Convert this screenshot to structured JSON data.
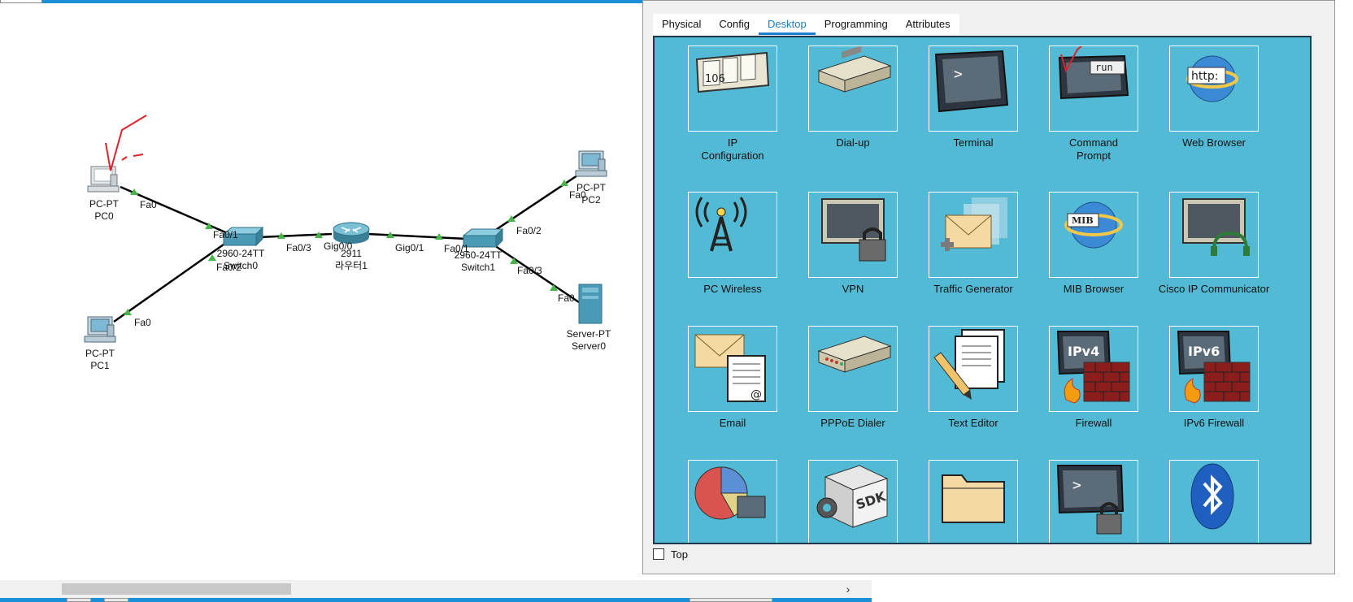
{
  "topology": {
    "devices": [
      {
        "id": "pc0",
        "model": "PC-PT",
        "name": "PC0"
      },
      {
        "id": "pc1",
        "model": "PC-PT",
        "name": "PC1"
      },
      {
        "id": "pc2",
        "model": "PC-PT",
        "name": "PC2"
      },
      {
        "id": "switch0",
        "model": "2960-24TT",
        "name": "Switch0"
      },
      {
        "id": "switch1",
        "model": "2960-24TT",
        "name": "Switch1"
      },
      {
        "id": "router1",
        "model": "2911",
        "name": "라우터1"
      },
      {
        "id": "server0",
        "model": "Server-PT",
        "name": "Server0"
      }
    ],
    "ports": {
      "pc0_fa0": "Fa0",
      "pc1_fa0": "Fa0",
      "pc2_fa0": "Fa0",
      "server0_fa0": "Fa0",
      "sw0_fa01": "Fa0/1",
      "sw0_fa02": "Fa0/2",
      "sw0_fa03": "Fa0/3",
      "r1_gig00": "Gig0/0",
      "r1_gig01": "Gig0/1",
      "sw1_fa01": "Fa0/1",
      "sw1_fa02": "Fa0/2",
      "sw1_fa03": "Fa0/3"
    }
  },
  "dialog": {
    "tabs": [
      {
        "label": "Physical"
      },
      {
        "label": "Config"
      },
      {
        "label": "Desktop",
        "active": true
      },
      {
        "label": "Programming"
      },
      {
        "label": "Attributes"
      }
    ],
    "apps": [
      {
        "label": "IP\nConfiguration",
        "icon": "ip-configuration-icon",
        "icon_text": "106"
      },
      {
        "label": "Dial-up",
        "icon": "dial-up-modem-icon"
      },
      {
        "label": "Terminal",
        "icon": "terminal-icon",
        "icon_text": ">"
      },
      {
        "label": "Command\nPrompt",
        "icon": "command-prompt-icon",
        "icon_text": "run"
      },
      {
        "label": "Web Browser",
        "icon": "web-browser-icon",
        "icon_text": "http:"
      },
      {
        "label": "PC Wireless",
        "icon": "wireless-tower-icon"
      },
      {
        "label": "VPN",
        "icon": "vpn-lock-icon"
      },
      {
        "label": "Traffic Generator",
        "icon": "traffic-generator-icon"
      },
      {
        "label": "MIB Browser",
        "icon": "mib-browser-icon",
        "icon_text": "MIB"
      },
      {
        "label": "Cisco IP Communicator",
        "icon": "ip-communicator-icon"
      },
      {
        "label": "Email",
        "icon": "email-icon",
        "icon_text": "@"
      },
      {
        "label": "PPPoE Dialer",
        "icon": "pppoe-dialer-icon"
      },
      {
        "label": "Text Editor",
        "icon": "text-editor-icon"
      },
      {
        "label": "Firewall",
        "icon": "firewall-icon",
        "icon_text": "IPv4"
      },
      {
        "label": "IPv6 Firewall",
        "icon": "ipv6-firewall-icon",
        "icon_text": "IPv6"
      },
      {
        "label": "",
        "icon": "netflow-collector-icon"
      },
      {
        "label": "",
        "icon": "sdk-icon",
        "icon_text": "SDK"
      },
      {
        "label": "",
        "icon": "folder-icon"
      },
      {
        "label": "",
        "icon": "tftp-terminal-icon",
        "icon_text": ">"
      },
      {
        "label": "",
        "icon": "bluetooth-icon"
      }
    ],
    "top_checkbox": {
      "label": "Top",
      "checked": false
    }
  },
  "colors": {
    "desktop_bg": "#52bad4",
    "link": "#000000",
    "port_ok": "#47b54a",
    "annotation": "#e0202a",
    "accent": "#1a7fd0"
  }
}
